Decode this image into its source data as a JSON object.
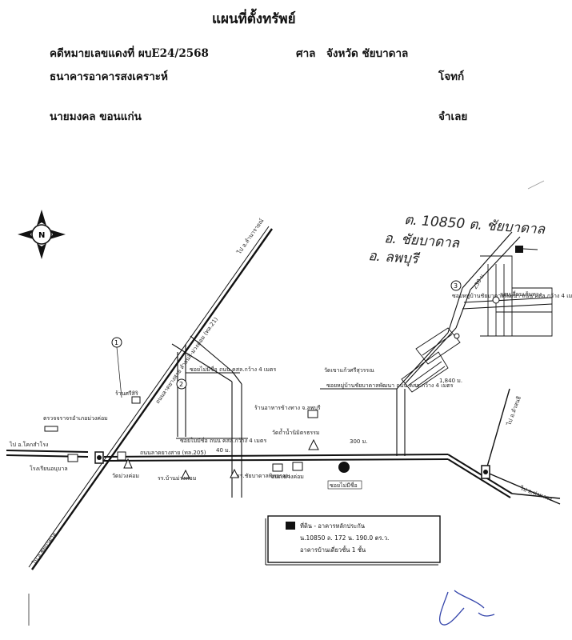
{
  "header": {
    "title": "แผนที่ตั้งทรัพย์",
    "case_no": "คดีหมายเลขแดงที่ ผบE24/2568",
    "court_label": "ศาล",
    "court_location": "จังหวัด ชัยบาดาล",
    "plaintiff": "ธนาคารอาคารสงเคราะห์",
    "plaintiff_role": "โจทก์",
    "defendant": "นายมงคล ขอนแก่น",
    "defendant_role": "จำเลย"
  },
  "map": {
    "handwritten": [
      "ต. 10850 ต. ชัยบาดาล",
      "อ. ชัยบาดาล",
      "อ. ลพบุรี"
    ],
    "markers": [
      "1",
      "2",
      "3"
    ],
    "compass": "N",
    "roads": {
      "to_nw": "ไป อ.ลำสนธิ",
      "to_w": "ไป อ.โคกสำโรง",
      "to_sw": "ไป อ.ชัยบาดาล",
      "to_ne": "ไป อ.ลำนารายณ์",
      "to_se": "ไป อ.ท่าหลวง",
      "diag_road": "ถนนลาดยางสาย ลำสนธิ-ม่วงค่อม (ทล.21)",
      "main_road": "ถนนลาดยางสาย (ทล.205)",
      "soi1": "ซอยไม่มีชื่อ ถนน คสล.กว้าง 4 เมตร",
      "soi2": "ซอยไม่มีชื่อ ถนน คสล.กว้าง 4 เมตร",
      "soi3": "ซอยหมู่บ้านชัยบาดาลพัฒนา ถนน คสล.กว้าง 4 เมตร",
      "soi4": "ซอยหมู่บ้านชัยบาดาลพัฒนา ถนน คสล.กว้าง 4 เมตร",
      "soi5": "ซอยไม่มีชื่อ"
    },
    "landmarks": {
      "police": "ตรวจจราจรอำเภอม่วงค่อม",
      "shop_w": "โรงเรียนอนุบาล",
      "shop_n": "ร้านศรีสิริ",
      "temple": "วัดถ้ำน้ำนิมิตรธรรม",
      "school": "รร.บ้านม่วงค่อม",
      "temple2": "วัดม่วงค่อม",
      "office": "รร.ชัยบาดาลพิทยาคม",
      "post": "อบต.ม่วงค่อม",
      "hospital": "ร้านอาหารข้างทาง จ.ลพบุรี",
      "temple3": "วัดเขาแก้วศรีสุวรรณ",
      "village": "จุดเปลี่ยนเส้นทาง"
    },
    "distances": {
      "d1": "40 ม.",
      "d2": "300 ม.",
      "d3": "1,840 ม.",
      "d4": "230 ม."
    },
    "legend": {
      "line1": "ที่ดิน - อาคารหลักประกัน",
      "line2": "น.10850 ล. 172 น. 190.0 ตร.ว.",
      "line3": "อาคารบ้านเดี่ยวชั้น 1 ชั้น"
    }
  }
}
